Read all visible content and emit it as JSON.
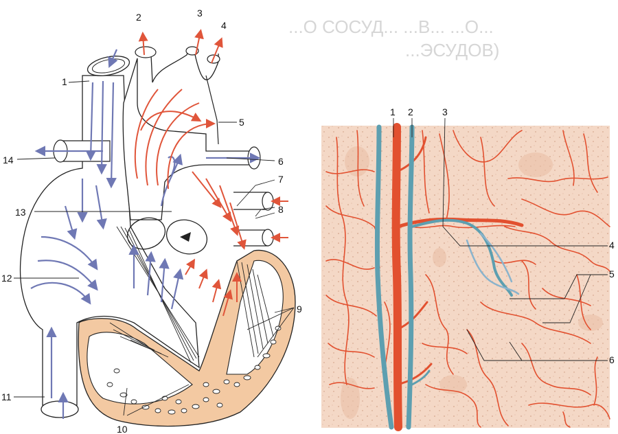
{
  "background_text": {
    "line1": "...О СОСУД... ...В... ...О...",
    "line2": "...ЭСУДОВ)"
  },
  "heart_labels": {
    "l1": "1",
    "l2": "2",
    "l3": "3",
    "l4": "4",
    "l5": "5",
    "l6": "6",
    "l7": "7",
    "l8": "8",
    "l9": "9",
    "l10": "10",
    "l11": "11",
    "l12": "12",
    "l13": "13",
    "l14": "14"
  },
  "micro_labels": {
    "m1": "1",
    "m2": "2",
    "m3": "3",
    "m4": "4",
    "m5": "5",
    "m6": "6"
  },
  "colors": {
    "vein_blue": "#6f78b4",
    "artery_red": "#e0553a",
    "muscle_tan": "#f3c9a2",
    "tissue_bg": "#f4d8c6",
    "capillary_red": "#e2502f",
    "venule_teal": "#5d9fb0"
  }
}
